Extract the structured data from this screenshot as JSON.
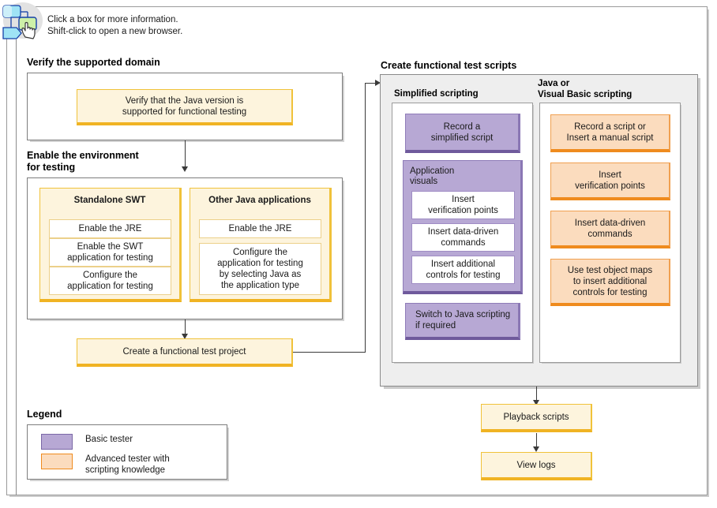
{
  "header": {
    "icon_name": "diagram-map-hand-icon",
    "hint_line1": "Click a box for more information.",
    "hint_line2": "Shift-click to open a new browser.",
    "hint_text": "Click a box for more information.\nShift-click to open a new browser."
  },
  "colors": {
    "basic_tester_fill": "#b7a8d4",
    "basic_tester_border": "#6f5a9c",
    "advanced_tester_fill": "#fbdcbe",
    "advanced_tester_border": "#ef8b1e",
    "step_fill": "#fdf4dd",
    "step_border": "#f0b323",
    "panel_gray": "#eeeeee",
    "frame_border": "#9a9a9a"
  },
  "sections": {
    "verify_domain": {
      "title": "Verify the supported domain",
      "node": "Verify that the Java version is\nsupported for functional testing"
    },
    "enable_environment": {
      "title": "Enable the environment\nfor testing",
      "columns": [
        {
          "title": "Standalone SWT",
          "items": [
            "Enable the JRE",
            "Enable the SWT\napplication for testing",
            "Configure the\napplication for testing"
          ]
        },
        {
          "title": "Other Java applications",
          "items": [
            "Enable the JRE",
            "Configure the\napplication for testing\nby selecting Java as\nthe application type"
          ]
        }
      ]
    },
    "create_project": {
      "node": "Create a functional test project"
    },
    "create_scripts": {
      "title": "Create functional test scripts",
      "columns": [
        {
          "title": "Simplified scripting",
          "kind": "basic",
          "nodes": [
            {
              "type": "purple",
              "label": "Record a\nsimplified script"
            }
          ],
          "group": {
            "title": "Application\nvisuals",
            "items": [
              "Insert\nverification points",
              "Insert data-driven\ncommands",
              "Insert additional\ncontrols for testing"
            ]
          },
          "trailing_nodes": [
            {
              "type": "purple",
              "label": "Switch to Java scripting\nif required"
            }
          ]
        },
        {
          "title": "Java or\nVisual Basic scripting",
          "kind": "advanced",
          "nodes": [
            {
              "type": "orange",
              "label": "Record a script or\nInsert a manual script"
            },
            {
              "type": "orange",
              "label": "Insert\nverification points"
            },
            {
              "type": "orange",
              "label": "Insert data-driven\ncommands"
            },
            {
              "type": "orange",
              "label": "Use test object maps\nto insert additional\ncontrols for testing"
            }
          ]
        }
      ]
    },
    "playback": {
      "node": "Playback scripts"
    },
    "view_logs": {
      "node": "View logs"
    }
  },
  "legend": {
    "title": "Legend",
    "entries": [
      {
        "swatch": "basic",
        "label": "Basic tester"
      },
      {
        "swatch": "advanced",
        "label": "Advanced tester with\nscripting knowledge"
      }
    ]
  }
}
